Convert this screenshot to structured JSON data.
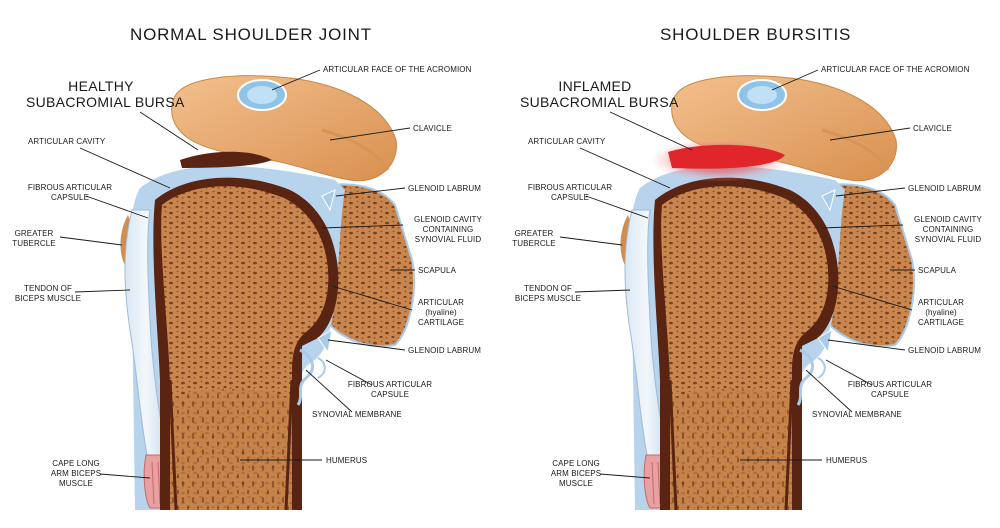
{
  "panels": [
    {
      "title": "NORMAL SHOULDER JOINT",
      "bursa_label": [
        "HEALTHY",
        "SUBACROMIAL BURSA"
      ],
      "labels": {
        "acromion": "ARTICULAR FACE OF THE ACROMION",
        "clavicle": "CLAVICLE",
        "articular_cavity": "ARTICULAR CAVITY",
        "fibrous_capsule_top": [
          "FIBROUS ARTICULAR",
          "CAPSULE"
        ],
        "glenoid_labrum_top": "GLENOID LABRUM",
        "greater_tubercle": [
          "GREATER",
          "TUBERCLE"
        ],
        "glenoid_cavity": [
          "GLENOID CAVITY",
          "CONTAINING",
          "SYNOVIAL FLUID"
        ],
        "scapula": "SCAPULA",
        "tendon_biceps": [
          "TENDON OF",
          "BICEPS MUSCLE"
        ],
        "articular_cartilage": [
          "ARTICULAR",
          "(hyaline)",
          "CARTILAGE"
        ],
        "glenoid_labrum_bottom": "GLENOID LABRUM",
        "fibrous_capsule_bottom": [
          "FIBROUS ARTICULAR",
          "CAPSULE"
        ],
        "synovial_membrane": "SYNOVIAL MEMBRANE",
        "cape_long_arm": [
          "CAPE LONG",
          "ARM BICEPS",
          "MUSCLE"
        ],
        "humerus": "HUMERUS"
      }
    },
    {
      "title": "SHOULDER BURSITIS",
      "bursa_label": [
        "INFLAMED",
        "SUBACROMIAL BURSA"
      ],
      "labels": {
        "acromion": "ARTICULAR FACE OF THE ACROMION",
        "clavicle": "CLAVICLE",
        "articular_cavity": "ARTICULAR CAVITY",
        "fibrous_capsule_top": [
          "FIBROUS ARTICULAR",
          "CAPSULE"
        ],
        "glenoid_labrum_top": "GLENOID LABRUM",
        "greater_tubercle": [
          "GREATER",
          "TUBERCLE"
        ],
        "glenoid_cavity": [
          "GLENOID CAVITY",
          "CONTAINING",
          "SYNOVIAL FLUID"
        ],
        "scapula": "SCAPULA",
        "tendon_biceps": [
          "TENDON OF",
          "BICEPS MUSCLE"
        ],
        "articular_cartilage": [
          "ARTICULAR",
          "(hyaline)",
          "CARTILAGE"
        ],
        "glenoid_labrum_bottom": "GLENOID LABRUM",
        "fibrous_capsule_bottom": [
          "FIBROUS ARTICULAR",
          "CAPSULE"
        ],
        "synovial_membrane": "SYNOVIAL MEMBRANE",
        "cape_long_arm": [
          "CAPE LONG",
          "ARM BICEPS",
          "MUSCLE"
        ],
        "humerus": "HUMERUS"
      }
    }
  ],
  "colors": {
    "bone": "#c9874f",
    "bone_pores": "#7a4222",
    "cartilage": "#5a2412",
    "capsule": "#a9cbe8",
    "acromion": "#e8a86c",
    "healthy_bursa": "#5a2412",
    "inflamed_bursa": "#e0262a",
    "tendon": "#e7a0a0"
  }
}
